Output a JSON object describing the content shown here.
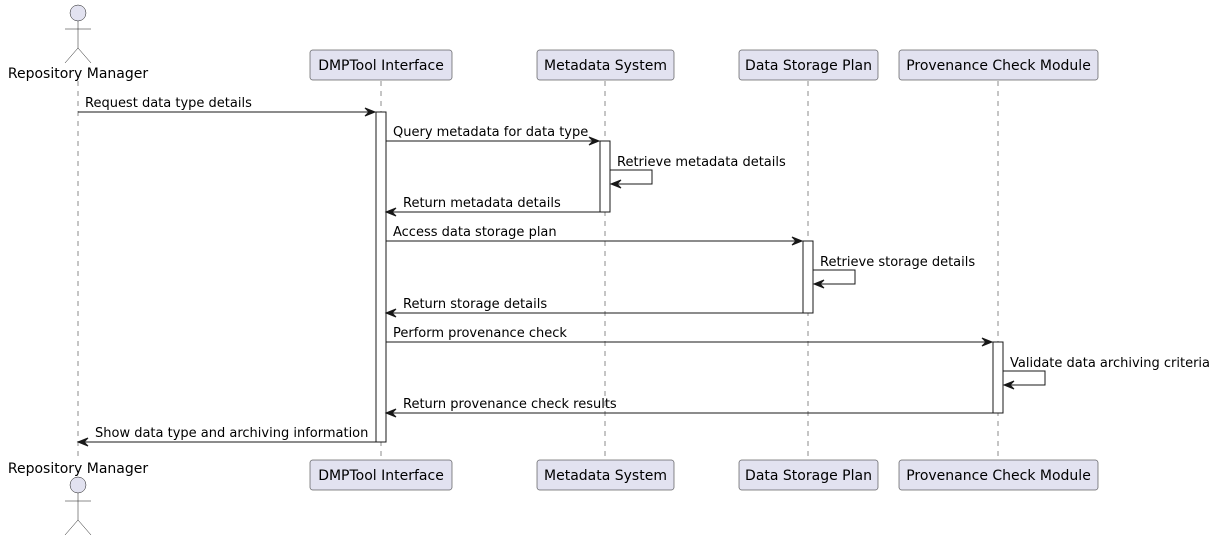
{
  "participants": [
    {
      "id": "repo",
      "name": "Repository Manager",
      "kind": "actor"
    },
    {
      "id": "dmp",
      "name": "DMPTool Interface",
      "kind": "participant"
    },
    {
      "id": "meta",
      "name": "Metadata System",
      "kind": "participant"
    },
    {
      "id": "storage",
      "name": "Data Storage Plan",
      "kind": "participant"
    },
    {
      "id": "prov",
      "name": "Provenance Check Module",
      "kind": "participant"
    }
  ],
  "messages": [
    {
      "from": "repo",
      "to": "dmp",
      "label": "Request data type details"
    },
    {
      "from": "dmp",
      "to": "meta",
      "label": "Query metadata for data type"
    },
    {
      "from": "meta",
      "to": "meta",
      "label": "Retrieve metadata details"
    },
    {
      "from": "meta",
      "to": "dmp",
      "label": "Return metadata details"
    },
    {
      "from": "dmp",
      "to": "storage",
      "label": "Access data storage plan"
    },
    {
      "from": "storage",
      "to": "storage",
      "label": "Retrieve storage details"
    },
    {
      "from": "storage",
      "to": "dmp",
      "label": "Return storage details"
    },
    {
      "from": "dmp",
      "to": "prov",
      "label": "Perform provenance check"
    },
    {
      "from": "prov",
      "to": "prov",
      "label": "Validate data archiving criteria"
    },
    {
      "from": "prov",
      "to": "dmp",
      "label": "Return provenance check results"
    },
    {
      "from": "dmp",
      "to": "repo",
      "label": "Show data type and archiving information"
    }
  ],
  "colors": {
    "participant_fill": "#E2E2F0",
    "stroke": "#181818",
    "activation_fill": "#FFFFFF"
  }
}
